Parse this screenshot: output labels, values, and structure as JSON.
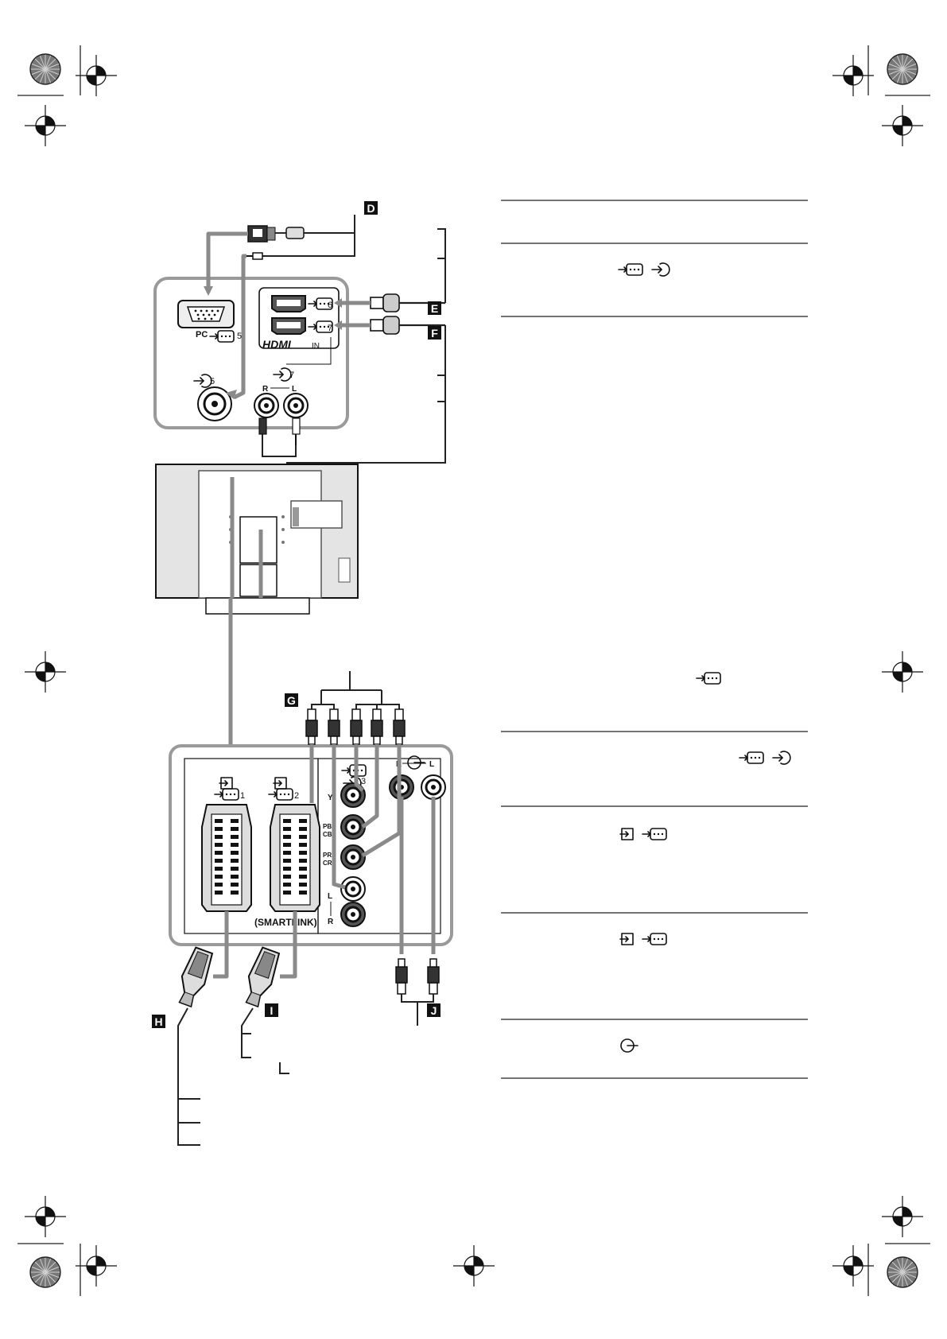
{
  "diagram": {
    "callouts": [
      "D",
      "E",
      "F",
      "G",
      "H",
      "I",
      "J"
    ],
    "top_panel": {
      "pc_label": "PC",
      "pc_input_num": "5",
      "audio_in_num": "5",
      "hdmi_in_6": "6",
      "hdmi_in_7": "7",
      "hdmi_logo": "HDMI",
      "hdmi_in": "IN",
      "audio_7_num": "7",
      "audio_r": "R",
      "audio_l": "L"
    },
    "bottom_panel": {
      "scart1_num": "1",
      "scart2_num": "2",
      "smartlink": "(SMARTLINK)",
      "component_num": "3",
      "y": "Y",
      "pb": "PB/",
      "cb": "CB",
      "pr": "PR/",
      "cr": "CR",
      "audio_l": "L",
      "audio_r": "R",
      "out_r": "R",
      "out_l": "L"
    }
  },
  "table": {
    "rows": [
      {
        "icons": [
          "hdmi-input-icon",
          "audio-input-icon"
        ]
      },
      {
        "icons": [
          "video-input-icon"
        ]
      },
      {
        "icons": [
          "hdmi-input-icon",
          "audio-input-icon"
        ]
      },
      {
        "icons": [
          "scart-icon",
          "video-input-icon"
        ]
      },
      {
        "icons": [
          "scart-icon",
          "video-input-icon"
        ]
      },
      {
        "icons": [
          "audio-output-icon"
        ]
      }
    ]
  },
  "colors": {
    "ink": "#111111",
    "cable": "#8a8a8a",
    "panel": "#9a9a9a",
    "tv_body": "#e4e4e4"
  }
}
